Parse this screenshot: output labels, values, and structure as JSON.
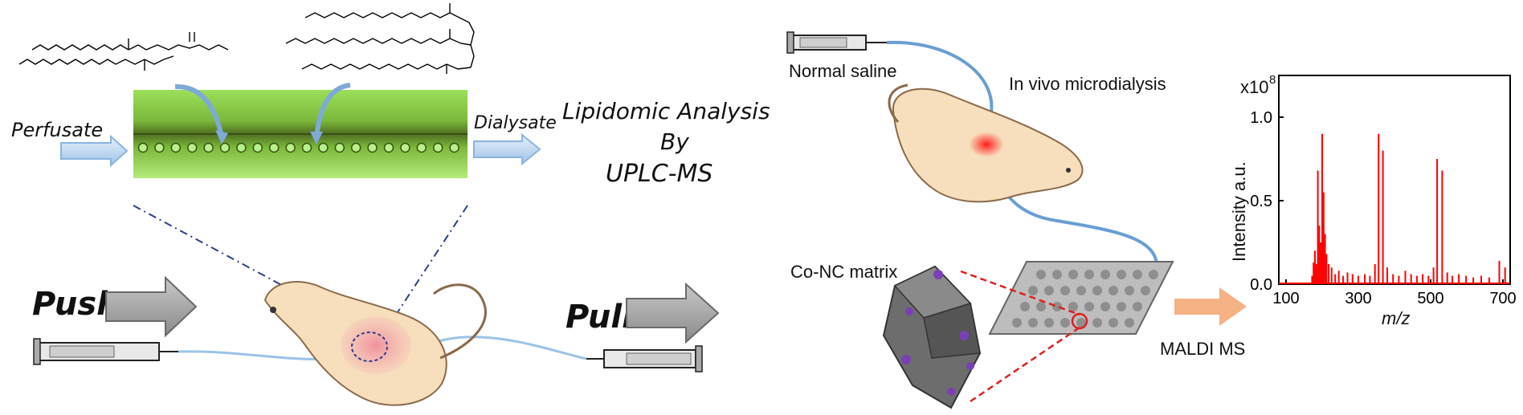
{
  "left_panel": {
    "perfusate": "Perfusate",
    "dialysate": "Dialysate",
    "analysis_line1": "Lipidomic Analysis",
    "analysis_line2": "By",
    "analysis_line3": "UPLC-MS",
    "push": "Push",
    "pull": "Pull"
  },
  "right_panel": {
    "normal_saline": "Normal saline",
    "in_vivo": "In vivo microdialysis",
    "matrix": "Co-NC matrix",
    "maldi": "MALDI MS"
  },
  "chart_data": {
    "type": "line",
    "title": "",
    "scale_label": "x10",
    "scale_exponent": "8",
    "xlabel": "m/z",
    "ylabel": "Intensity a.u.",
    "xlim": [
      80,
      720
    ],
    "ylim": [
      0,
      1.25
    ],
    "x_ticks": [
      "100",
      "300",
      "500",
      "700"
    ],
    "y_ticks": [
      "0.0",
      "0.5",
      "1.0"
    ],
    "color": "#ff0000",
    "series": [
      {
        "peaks": [
          [
            172,
            0.05
          ],
          [
            176,
            0.13
          ],
          [
            180,
            0.2
          ],
          [
            184,
            0.12
          ],
          [
            188,
            0.68
          ],
          [
            192,
            0.35
          ],
          [
            196,
            0.25
          ],
          [
            200,
            0.9
          ],
          [
            204,
            0.55
          ],
          [
            208,
            0.3
          ],
          [
            212,
            0.18
          ],
          [
            218,
            0.12
          ],
          [
            226,
            0.1
          ],
          [
            236,
            0.06
          ],
          [
            246,
            0.08
          ],
          [
            258,
            0.05
          ],
          [
            270,
            0.07
          ],
          [
            284,
            0.06
          ],
          [
            300,
            0.05
          ],
          [
            318,
            0.06
          ],
          [
            332,
            0.05
          ],
          [
            346,
            0.12
          ],
          [
            356,
            0.9
          ],
          [
            368,
            0.8
          ],
          [
            380,
            0.1
          ],
          [
            396,
            0.06
          ],
          [
            412,
            0.05
          ],
          [
            430,
            0.08
          ],
          [
            446,
            0.06
          ],
          [
            462,
            0.05
          ],
          [
            478,
            0.06
          ],
          [
            494,
            0.05
          ],
          [
            508,
            0.1
          ],
          [
            518,
            0.75
          ],
          [
            532,
            0.68
          ],
          [
            546,
            0.07
          ],
          [
            560,
            0.05
          ],
          [
            578,
            0.06
          ],
          [
            598,
            0.05
          ],
          [
            618,
            0.04
          ],
          [
            640,
            0.05
          ],
          [
            662,
            0.04
          ],
          [
            690,
            0.14
          ],
          [
            706,
            0.1
          ]
        ]
      }
    ]
  }
}
